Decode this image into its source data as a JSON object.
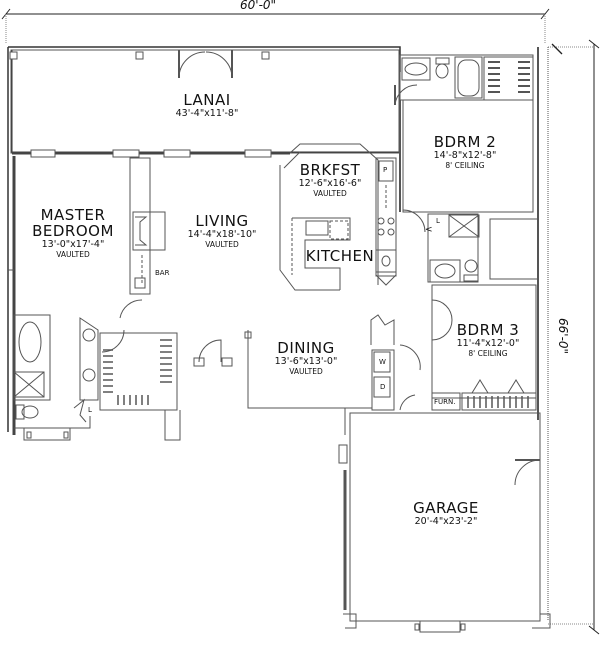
{
  "overall": {
    "width_label": "60'-0\"",
    "depth_label": "66'-0\""
  },
  "rooms": [
    {
      "id": "lanai",
      "name": "LANAI",
      "dims": "43'-4\"x11'-8\"",
      "note": ""
    },
    {
      "id": "master",
      "name_line1": "MASTER",
      "name_line2": "BEDROOM",
      "dims": "13'-0\"x17'-4\"",
      "note": "VAULTED"
    },
    {
      "id": "living",
      "name": "LIVING",
      "dims": "14'-4\"x18'-10\"",
      "note": "VAULTED"
    },
    {
      "id": "brkfst",
      "name": "BRKFST",
      "dims": "12'-6\"x16'-6\"",
      "note": "VAULTED"
    },
    {
      "id": "kitchen",
      "name": "KITCHEN",
      "dims": "",
      "note": ""
    },
    {
      "id": "bdrm2",
      "name": "BDRM 2",
      "dims": "14'-8\"x12'-8\"",
      "note": "8' CEILING"
    },
    {
      "id": "bdrm3",
      "name": "BDRM 3",
      "dims": "11'-4\"x12'-0\"",
      "note": "8' CEILING"
    },
    {
      "id": "dining",
      "name": "DINING",
      "dims": "13'-6\"x13'-0\"",
      "note": "VAULTED"
    },
    {
      "id": "garage",
      "name": "GARAGE",
      "dims": "20'-4\"x23'-2\"",
      "note": ""
    }
  ],
  "fixtures": {
    "bar": "BAR",
    "pantry": "P",
    "linen1": "L",
    "linen2": "L",
    "washer": "W",
    "dryer": "D",
    "furnace": "FURN."
  }
}
